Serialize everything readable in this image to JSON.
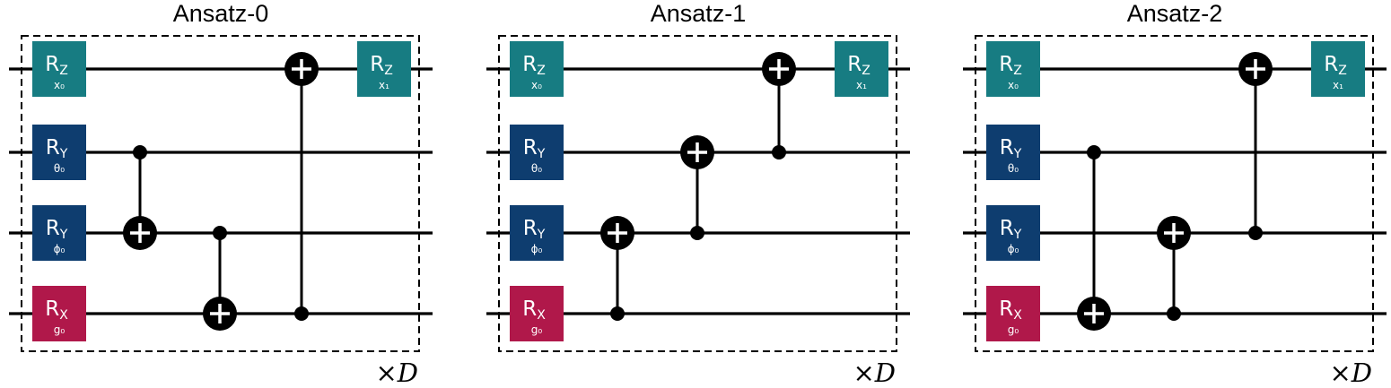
{
  "colors": {
    "rz": "#177c82",
    "ry": "#0e3d6f",
    "rx": "#b0184a",
    "line": "#000000"
  },
  "panels": [
    {
      "title": "Ansatz-0",
      "multiplier": "×D",
      "gates": [
        {
          "qubit": 0,
          "col": 0,
          "axis": "Z",
          "param": "x₀",
          "color": "rz"
        },
        {
          "qubit": 1,
          "col": 0,
          "axis": "Y",
          "param": "θ₀",
          "color": "ry"
        },
        {
          "qubit": 2,
          "col": 0,
          "axis": "Y",
          "param": "ϕ₀",
          "color": "ry"
        },
        {
          "qubit": 3,
          "col": 0,
          "axis": "X",
          "param": "g₀",
          "color": "rx"
        },
        {
          "qubit": 0,
          "col": 4,
          "axis": "Z",
          "param": "x₁",
          "color": "rz"
        }
      ],
      "cnots": [
        {
          "col": 1,
          "control": 1,
          "target": 2
        },
        {
          "col": 2,
          "control": 2,
          "target": 3
        },
        {
          "col": 3,
          "control": 3,
          "target": 0
        }
      ]
    },
    {
      "title": "Ansatz-1",
      "multiplier": "×D",
      "gates": [
        {
          "qubit": 0,
          "col": 0,
          "axis": "Z",
          "param": "x₀",
          "color": "rz"
        },
        {
          "qubit": 1,
          "col": 0,
          "axis": "Y",
          "param": "θ₀",
          "color": "ry"
        },
        {
          "qubit": 2,
          "col": 0,
          "axis": "Y",
          "param": "ϕ₀",
          "color": "ry"
        },
        {
          "qubit": 3,
          "col": 0,
          "axis": "X",
          "param": "g₀",
          "color": "rx"
        },
        {
          "qubit": 0,
          "col": 4,
          "axis": "Z",
          "param": "x₁",
          "color": "rz"
        }
      ],
      "cnots": [
        {
          "col": 1,
          "control": 3,
          "target": 2
        },
        {
          "col": 2,
          "control": 2,
          "target": 1
        },
        {
          "col": 3,
          "control": 1,
          "target": 0
        }
      ]
    },
    {
      "title": "Ansatz-2",
      "multiplier": "×D",
      "gates": [
        {
          "qubit": 0,
          "col": 0,
          "axis": "Z",
          "param": "x₀",
          "color": "rz"
        },
        {
          "qubit": 1,
          "col": 0,
          "axis": "Y",
          "param": "θ₀",
          "color": "ry"
        },
        {
          "qubit": 2,
          "col": 0,
          "axis": "Y",
          "param": "ϕ₀",
          "color": "ry"
        },
        {
          "qubit": 3,
          "col": 0,
          "axis": "X",
          "param": "g₀",
          "color": "rx"
        },
        {
          "qubit": 0,
          "col": 4,
          "axis": "Z",
          "param": "x₁",
          "color": "rz"
        }
      ],
      "cnots": [
        {
          "col": 1,
          "control": 1,
          "target": 3
        },
        {
          "col": 2,
          "control": 3,
          "target": 2
        },
        {
          "col": 3,
          "control": 2,
          "target": 0
        }
      ]
    }
  ]
}
